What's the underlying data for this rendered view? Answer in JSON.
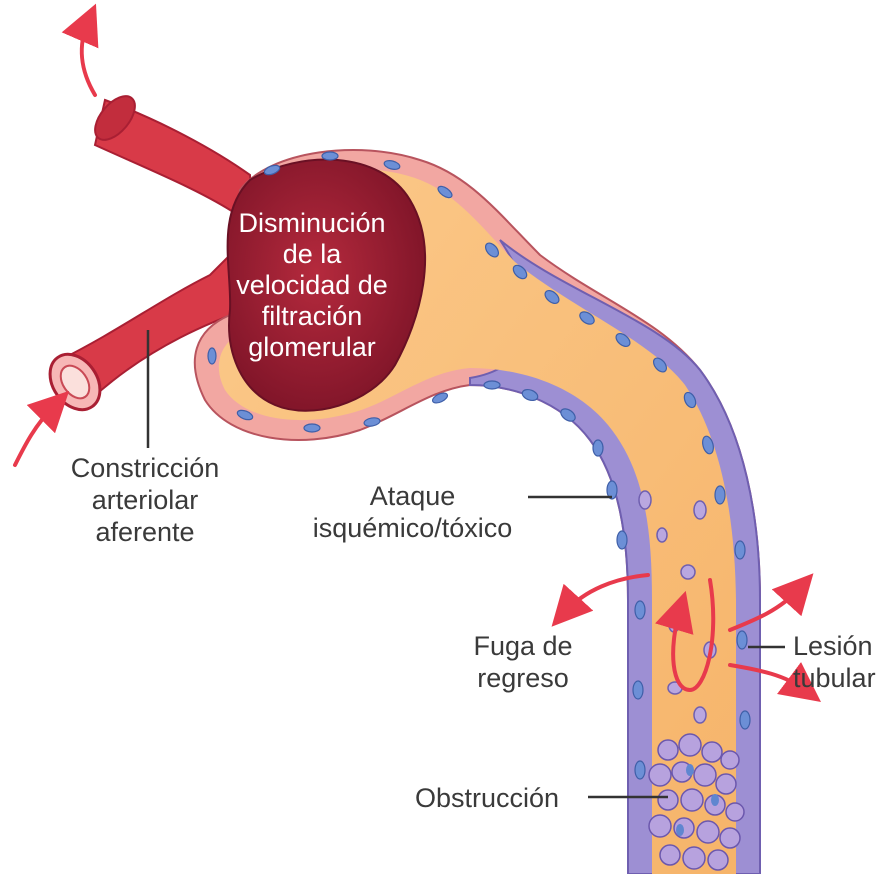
{
  "colors": {
    "vessel": "#d83a48",
    "vessel_dark": "#a91f33",
    "tubule_lumen": "#f9be78",
    "cell_wall_pink": "#f2a7a2",
    "epithelium_purple": "#8e7fc9",
    "nucleus_blue": "#5f86d0",
    "arrow_red": "#e83a4c",
    "leader_line": "#333333"
  },
  "labels": {
    "glomerular": "Disminución\nde la\nvelocidad de\nfiltración\nglomerular",
    "constriction": "Constricción\narteriolar\naferente",
    "attack": "Ataque\nisquémico/tóxico",
    "backleak": "Fuga de\nregreso",
    "injury": "Lesión\ntubular",
    "obstruction": "Obstrucción"
  },
  "icons": {
    "flow_arrows": "curved-arrow-icon"
  }
}
